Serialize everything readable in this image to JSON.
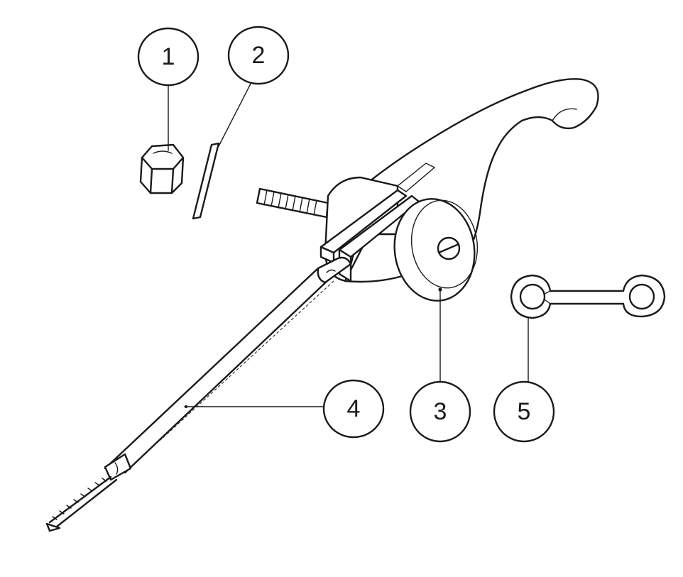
{
  "diagram": {
    "ink_color": "#1a1a1a",
    "background": "#ffffff",
    "callouts": [
      {
        "id": "1",
        "label": "1"
      },
      {
        "id": "2",
        "label": "2"
      },
      {
        "id": "3",
        "label": "3"
      },
      {
        "id": "4",
        "label": "4"
      },
      {
        "id": "5",
        "label": "5"
      }
    ],
    "parts": [
      {
        "id": "1",
        "icon": "hex-nut-icon"
      },
      {
        "id": "2",
        "icon": "pin-icon"
      },
      {
        "id": "3",
        "icon": "lever-housing-icon"
      },
      {
        "id": "4",
        "icon": "cable-icon"
      },
      {
        "id": "5",
        "icon": "double-ring-clip-icon"
      }
    ]
  }
}
